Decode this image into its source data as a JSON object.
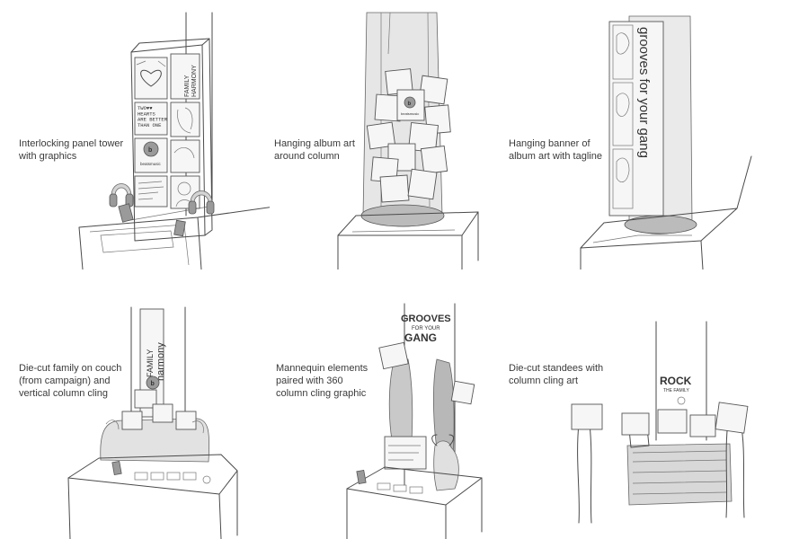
{
  "panels": [
    {
      "caption": "Interlocking panel tower\nwith graphics",
      "art": {
        "logo_word": "beatsmusic",
        "heart_text": "TWO♥♥\nHEARTS\nARE BETTER\nTHAN ONE",
        "side_text": "FAMILY\nHARMONY"
      }
    },
    {
      "caption": "Hanging album art\naround column",
      "art": {
        "logo_word": "beatsmusic"
      }
    },
    {
      "caption": "Hanging banner of\nalbum art with tagline",
      "art": {
        "banner_text": "grooves for your gang"
      }
    },
    {
      "caption": "Die-cut family on couch\n(from campaign) and\nvertical column cling",
      "art": {
        "cling_line1": "FAMILY",
        "cling_line2": "harmony"
      }
    },
    {
      "caption": "Mannequin elements\npaired with 360\ncolumn cling graphic",
      "art": {
        "cling_line1": "GROOVES",
        "cling_line2": "FOR YOUR",
        "cling_line3": "GANG"
      }
    },
    {
      "caption": "Die-cut standees with\ncolumn cling art",
      "art": {
        "cling_line1": "ROCK",
        "cling_line2": "THE FAMILY"
      }
    }
  ]
}
